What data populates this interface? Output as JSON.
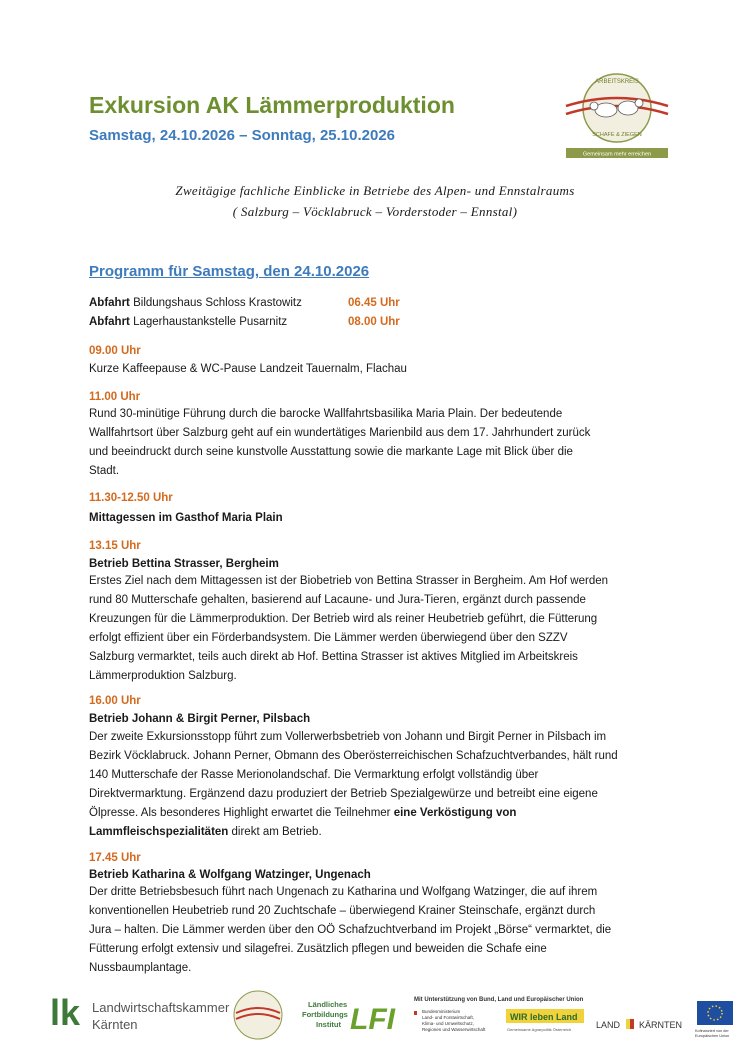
{
  "header": {
    "title": "Exkursion AK Lämmerproduktion",
    "dates": "Samstag, 24.10.2026 – Sonntag, 25.10.2026",
    "logo_ak": {
      "top": "ARBEITSKREIS",
      "bottom": "SCHAFE & ZIEGEN",
      "slogan": "Gemeinsam mehr erreichen"
    }
  },
  "intro": {
    "line1": "Zweitägige fachliche Einblicke in Betriebe des Alpen- und Ennstalraums",
    "line2": "( Salzburg – Vöcklabruck – Vorderstoder – Ennstal)"
  },
  "program": {
    "heading": "Programm für Samstag, den 24.10.2026",
    "departures": [
      {
        "label": "Abfahrt",
        "place": "Bildungshaus Schloss Krastowitz",
        "time": "06.45 Uhr"
      },
      {
        "label": "Abfahrt",
        "place": "Lagerhaustankstelle Pusarnitz",
        "time": "08.00 Uhr"
      }
    ],
    "items": [
      {
        "time": "09.00 Uhr",
        "lines": [
          "Kurze Kaffeepause & WC-Pause Landzeit Tauernalm, Flachau"
        ]
      },
      {
        "time": "11.00 Uhr",
        "lines": [
          "Rund 30-minütige Führung durch die barocke Wallfahrtsbasilika Maria Plain. Der bedeutende",
          "Wallfahrtsort über Salzburg geht auf ein wundertätiges Marienbild aus dem 17. Jahrhundert zurück",
          "und beeindruckt durch seine kunstvolle Ausstattung sowie die markante Lage mit Blick über die",
          "Stadt."
        ]
      },
      {
        "time": "11.30-12.50 Uhr",
        "subtitle": "Mittagessen im Gasthof Maria Plain"
      },
      {
        "time": "13.15 Uhr",
        "subtitle": "Betrieb Bettina Strasser, Bergheim",
        "lines": [
          "Erstes Ziel nach dem Mittagessen ist der Biobetrieb von Bettina Strasser in Bergheim. Am Hof werden",
          "rund 80 Mutterschafe gehalten, basierend auf Lacaune- und Jura-Tieren, ergänzt durch passende",
          "Kreuzungen für die Lämmerproduktion. Der Betrieb wird als reiner Heubetrieb geführt, die Fütterung",
          "erfolgt effizient über ein Förderbandsystem. Die Lämmer werden überwiegend über den SZZV",
          "Salzburg vermarktet, teils auch direkt ab Hof. Bettina Strasser ist aktives Mitglied im Arbeitskreis",
          "Lämmerproduktion Salzburg."
        ]
      },
      {
        "time": "16.00 Uhr",
        "subtitle": "Betrieb Johann & Birgit Perner, Pilsbach",
        "lines": [
          "Der zweite Exkursionsstopp führt zum Vollerwerbsbetrieb von Johann und Birgit Perner in Pilsbach im",
          "Bezirk Vöcklabruck. Johann Perner, Obmann des Oberösterreichischen Schafzuchtverbandes, hält rund",
          "140 Mutterschafe der Rasse Merionolandschaf. Die Vermarktung erfolgt vollständig über",
          "Direktvermarktung. Ergänzend dazu produziert der Betrieb Spezialgewürze und betreibt eine eigene",
          "Ölpresse. Als besonderes Highlight erwartet die Teilnehmer"
        ],
        "highlight_bold": "eine Verköstigung von",
        "last_line_bold": "Lammfleischspezialitäten",
        "last_line_rest": " direkt am Betrieb."
      },
      {
        "time": "17.45 Uhr",
        "subtitle": "Betrieb Katharina & Wolfgang Watzinger, Ungenach",
        "lines": [
          "Der dritte Betriebsbesuch führt nach Ungenach zu Katharina und Wolfgang Watzinger, die auf ihrem",
          "konventionellen Heubetrieb rund 20 Zuchtschafe – überwiegend Krainer Steinschafe, ergänzt durch",
          "Jura – halten. Die Lämmer werden über den OÖ Schafzuchtverband im Projekt „Börse“ vermarktet, die",
          "Fütterung erfolgt extensiv und silagefrei. Zusätzlich pflegen und beweiden die Schafe eine",
          "Nussbaumplantage."
        ]
      }
    ]
  },
  "footer": {
    "lk_mark": "lk",
    "lk_name1": "Landwirtschaftskammer",
    "lk_name2": "Kärnten",
    "lfi_text1": "Ländliches",
    "lfi_text2": "Fortbildungs",
    "lfi_text3": "Institut",
    "lfi_mark": "LFI",
    "support": "Mit Unterstützung von Bund, Land und Europäischer Union",
    "ministry1": "Bundesministerium",
    "ministry2": "Land- und Forstwirtschaft,",
    "ministry3": "Klima- und Umweltschutz,",
    "ministry4": "Regionen und Wasserwirtschaft",
    "wir": "WIR leben Land",
    "wir_sub": "Gemeinsame Agrarpolitik Österreich",
    "land": "LAND",
    "kaernten": "KÄRNTEN",
    "eu1": "Kofinanziert von der",
    "eu2": "Europäischen Union"
  },
  "colors": {
    "title": "#6d8f2f",
    "blue": "#3d7bbd",
    "orange": "#d46a1e"
  }
}
